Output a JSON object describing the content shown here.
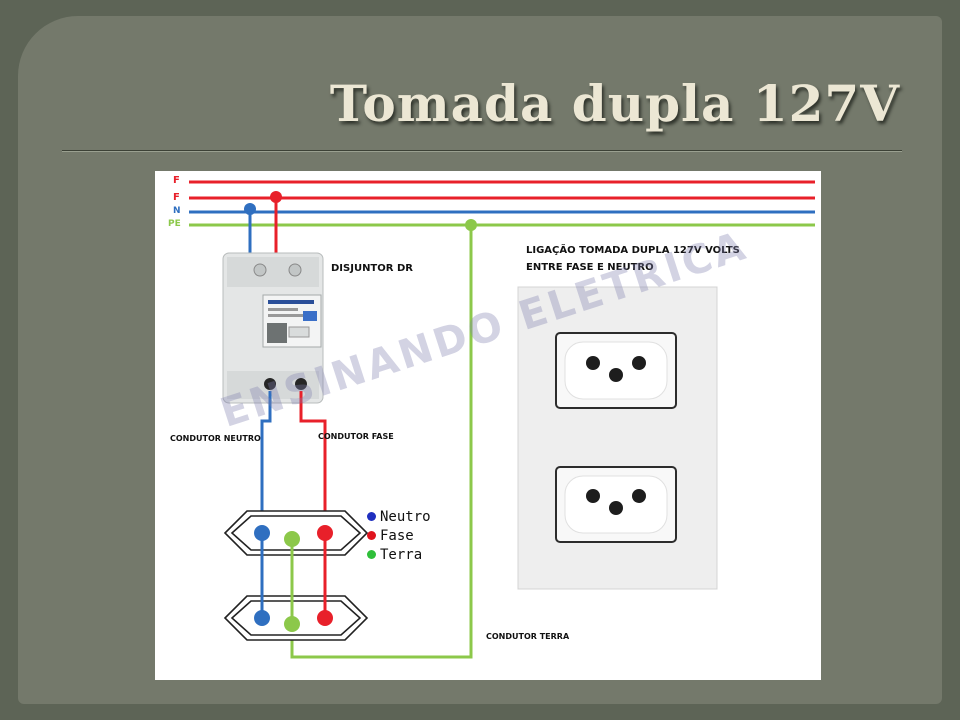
{
  "title": "Tomada dupla 127V",
  "diagram": {
    "bus_labels": [
      "F",
      "F",
      "N",
      "PE"
    ],
    "breaker_label": "DISJUNTOR DR",
    "heading_line1": "LIGAÇÃO TOMADA DUPLA 127V VOLTS",
    "heading_line2": "ENTRE FASE E NEUTRO",
    "neutral_conductor": "CONDUTOR NEUTRO",
    "phase_conductor": "CONDUTOR FASE",
    "earth_conductor": "CONDUTOR TERRA",
    "watermark": "ENSINANDO ELETRICA",
    "legend": [
      {
        "label": "Neutro",
        "color": "#1f2fbf"
      },
      {
        "label": "Fase",
        "color": "#e0141e"
      },
      {
        "label": "Terra",
        "color": "#2fbf3a"
      }
    ]
  },
  "colors": {
    "phase": "#e8202a",
    "neutral": "#2f6fc0",
    "earth": "#8cc84a",
    "title": "#ece7d4"
  }
}
